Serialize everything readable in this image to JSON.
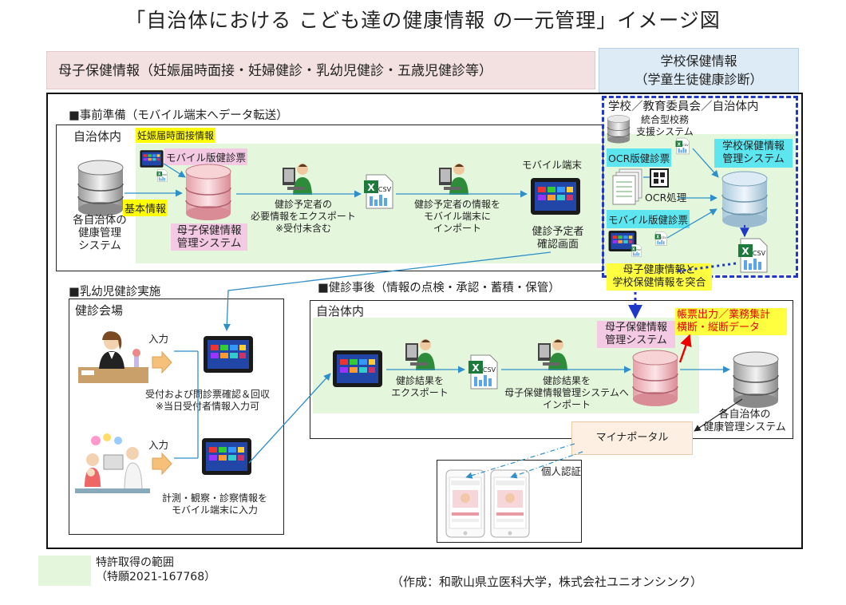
{
  "title": "「自治体における こども達の健康情報 の一元管理」イメージ図",
  "banner_left": "母子保健情報（妊娠届時面接・妊婦健診・乳幼児健診・五歳児健診等）",
  "banner_right": [
    "学校保健情報",
    "（学童生徒健康診断）"
  ],
  "prep": {
    "heading": "■事前準備（モバイル端末へデータ転送）",
    "box_label": "自治体内",
    "pregnancy_info": "妊娠届時面接情報",
    "mobile_form": "モバイル版健診票",
    "basic_info": "基本情報",
    "db_each": [
      "各自治体の",
      "健康管理",
      "システム"
    ],
    "mch_system": [
      "母子保健情報",
      "管理システム"
    ],
    "export_step": [
      "健診予定者の",
      "必要情報をエクスポート",
      "※受付未含む"
    ],
    "import_step": [
      "健診予定者の情報を",
      "モバイル端末に",
      "インポート"
    ],
    "mobile_terminal": "モバイル端末",
    "confirm_screen": [
      "健診予定者",
      "確認画面"
    ]
  },
  "school": {
    "box_label": "学校／教育委員会／自治体内",
    "integrated": [
      "統合型校務",
      "支援システム"
    ],
    "ocr_form": "OCR版健診票",
    "ocr_process": "OCR処理",
    "mobile_form": "モバイル版健診票",
    "school_system": [
      "学校保健情報",
      "管理システム"
    ],
    "match": [
      "母子健康情報と",
      "学校保健情報を突合"
    ]
  },
  "exam": {
    "heading": "■乳幼児健診実施",
    "venue": "健診会場",
    "input1": "入力",
    "input2": "入力",
    "reception": [
      "受付および問診票確認＆回収",
      "※当日受付者情報入力可"
    ],
    "measure": [
      "計測・観察・診察情報を",
      "モバイル端末に入力"
    ]
  },
  "after": {
    "heading": "■健診事後（情報の点検・承認・蓄積・保管）",
    "box_label": "自治体内",
    "export": [
      "健診結果を",
      "エクスポート"
    ],
    "import": [
      "健診結果を",
      "母子保健情報管理システムへ",
      "インポート"
    ],
    "mch_system": [
      "母子保健情報",
      "管理システム"
    ],
    "output": [
      "帳票出力／業務集計",
      "横断・縦断データ"
    ],
    "db_each": [
      "各自治体の",
      "健康管理システム"
    ]
  },
  "myna_portal": "マイナポータル",
  "personal_auth": "個人認証",
  "patent": [
    "特許取得の範囲",
    "（特願2021-167768）"
  ],
  "credit": "（作成：和歌山県立医科大学，株式会社ユニオンシンク）",
  "icons": [
    "database-icon",
    "tablet-icon",
    "csv-file-icon",
    "operator-icon",
    "smartphone-icon",
    "ocr-icon",
    "document-stack-icon",
    "reception-staff-icon",
    "doctor-child-icon"
  ],
  "colors": {
    "green_area": "#e4f7dc",
    "dashed_border": "#1f38c8",
    "highlight_yellow": "#ffff00",
    "highlight_pink": "#f4c9e4",
    "highlight_cyan": "#5de5f0",
    "output_text": "#e00000",
    "arrow": "#2f8fc8"
  }
}
